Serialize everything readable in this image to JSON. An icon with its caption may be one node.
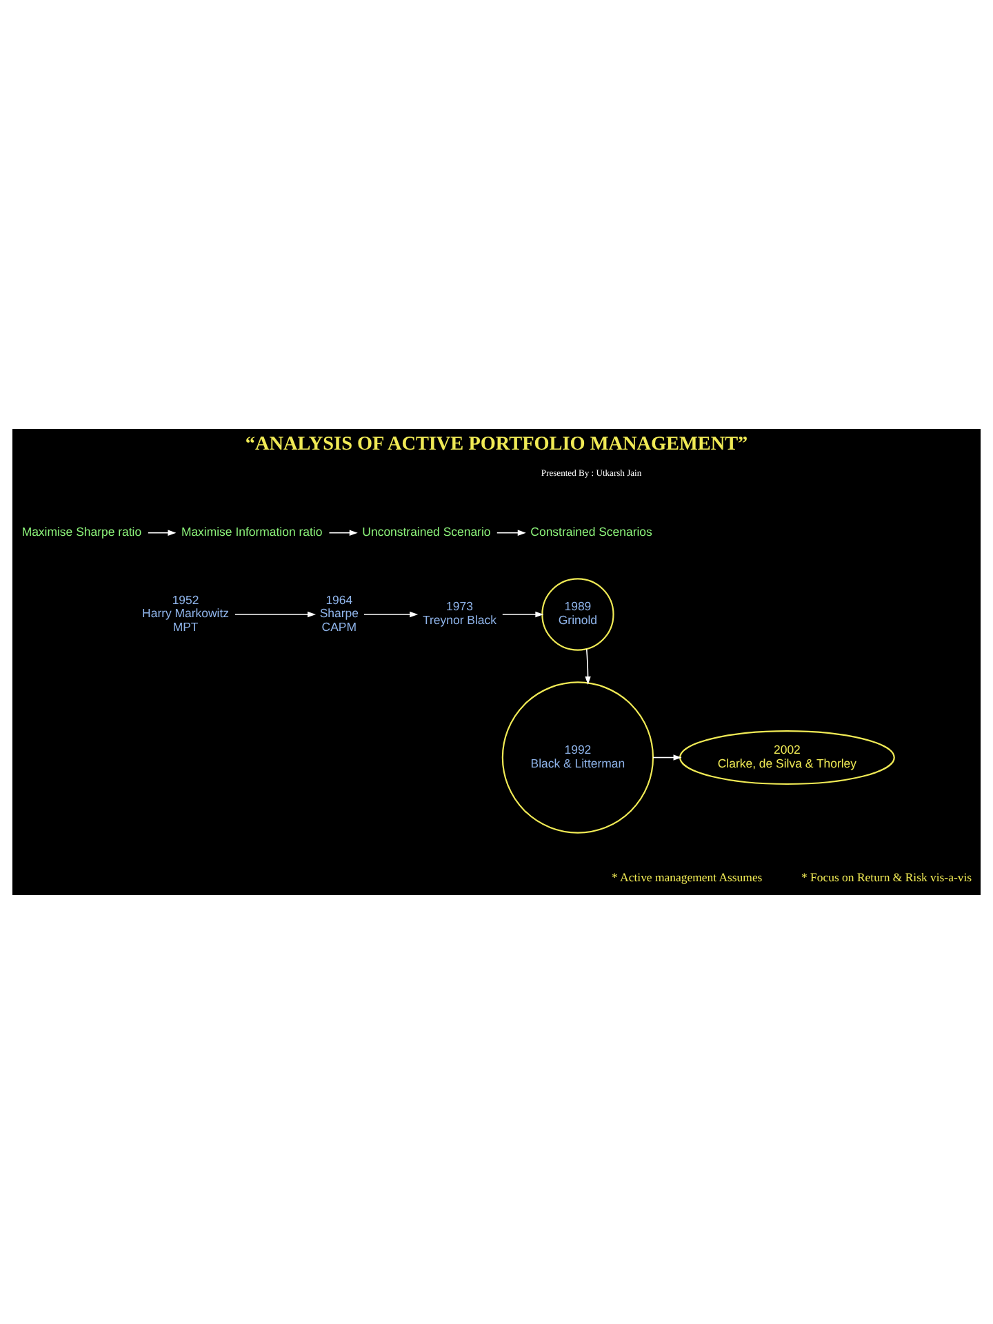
{
  "diagram": {
    "title": "“ANALYSIS OF ACTIVE PORTFOLIO MANAGEMENT”",
    "nodes": [
      {
        "text": [
          "Maximise Sharpe ratio"
        ]
      },
      {
        "text": [
          "Maximise Information ratio"
        ]
      },
      {
        "text": [
          "Unconstrained Scenario"
        ]
      },
      {
        "text": [
          "Constrained Scenarios"
        ]
      },
      {
        "text": [
          "1952",
          "Harry Markowitz",
          "MPT"
        ]
      },
      {
        "text": [
          "1964",
          "Sharpe",
          "CAPM"
        ]
      },
      {
        "text": [
          "1973",
          "Treynor Black"
        ]
      },
      {
        "text": [
          "1989",
          "Grinold"
        ]
      },
      {
        "text": [
          "1992",
          "Black & Litterman"
        ]
      },
      {
        "text": [
          "2002",
          "Clarke, de Silva & Thorley"
        ]
      }
    ],
    "edges": [
      {
        "from": 0,
        "to": 1,
        "arrow": "to"
      },
      {
        "from": 1,
        "to": 2,
        "arrow": "to"
      },
      {
        "from": 2,
        "to": 3,
        "arrow": "to"
      },
      {
        "from": 4,
        "to": 5,
        "arrow": "to"
      },
      {
        "from": 5,
        "to": 6,
        "arrow": "to"
      },
      {
        "from": 6,
        "to": 7,
        "arrow": "to"
      },
      {
        "from": 7,
        "to": 8,
        "arrow": "to"
      },
      {
        "from": 8,
        "to": 9,
        "arrow": "to"
      }
    ],
    "labels": [
      "Presented By : Utkarsh Jain",
      "* Active management Assumes",
      "* Focus on Return & Risk vis-a-vis"
    ]
  }
}
